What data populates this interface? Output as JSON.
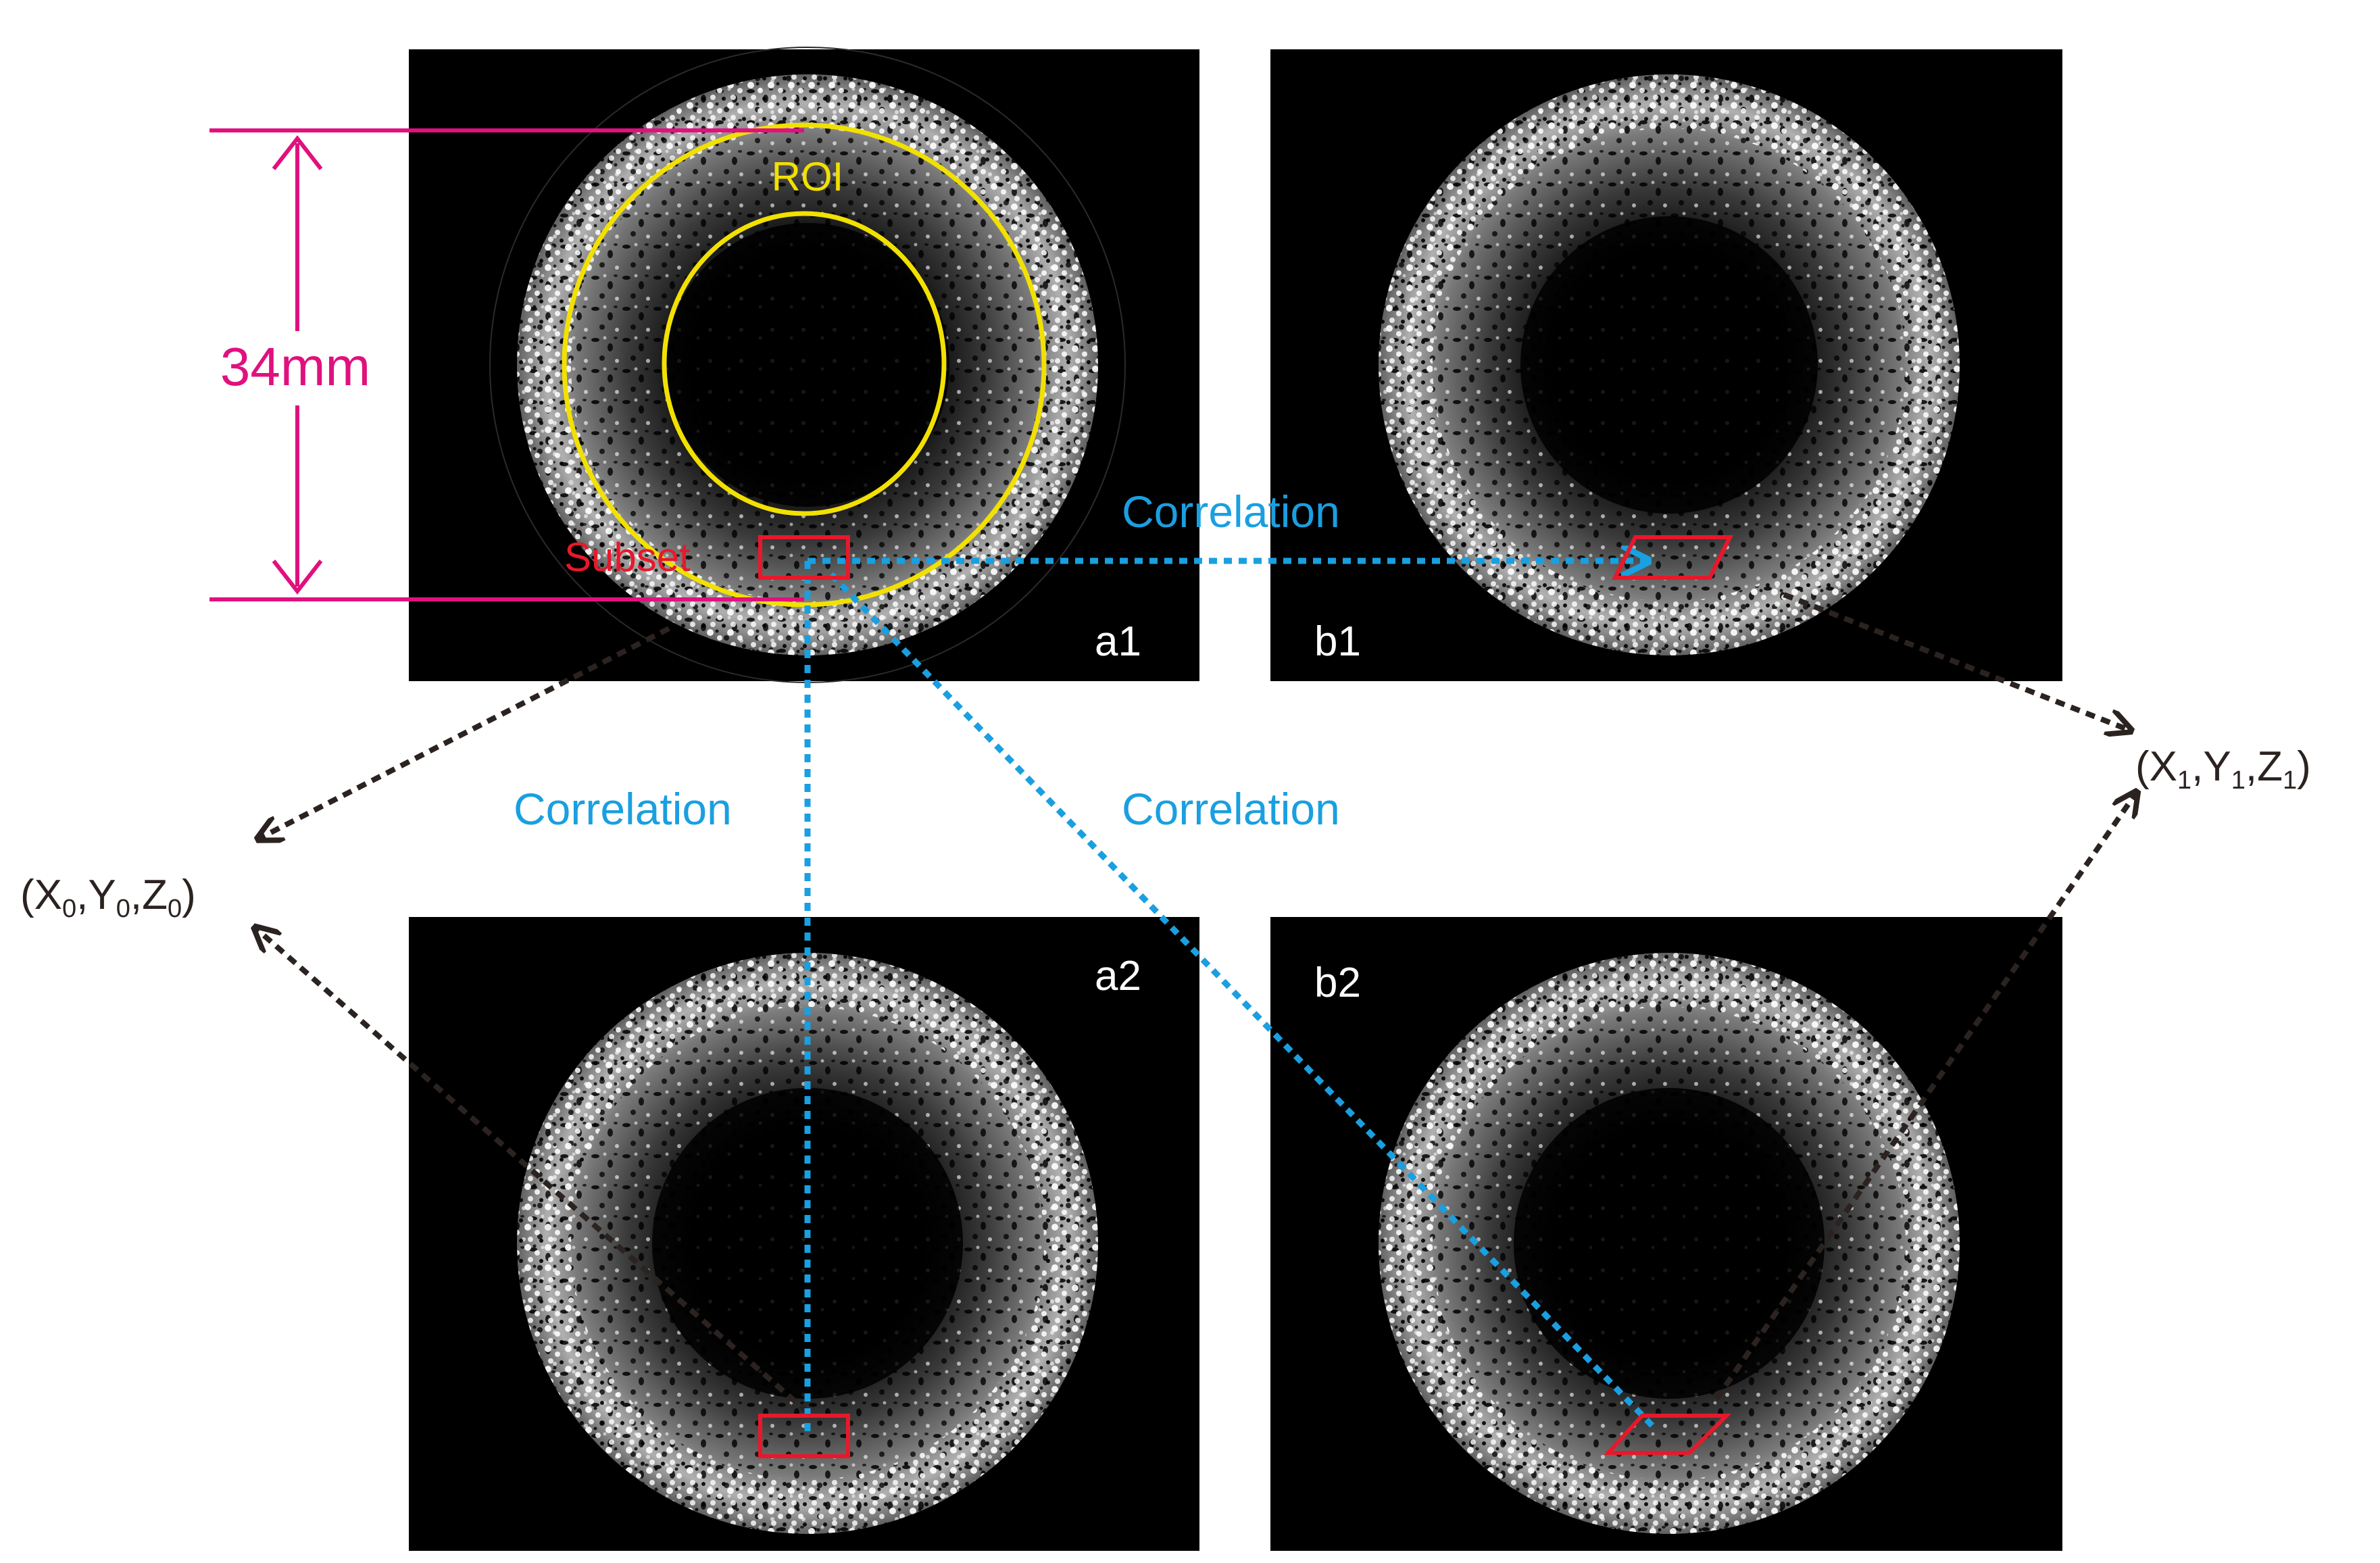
{
  "colors": {
    "roi": "#f2e100",
    "subset": "#e8182b",
    "dimension": "#e0117e",
    "correlation": "#1a9fe0",
    "projection": "#2b2320",
    "panel": "#000000",
    "background": "#ffffff"
  },
  "dimension": {
    "label": "34mm"
  },
  "labels": {
    "roi": "ROI",
    "subset": "Subset",
    "correlation_top": "Correlation",
    "correlation_left": "Correlation",
    "correlation_diag": "Correlation"
  },
  "panels": [
    {
      "id": "a1",
      "label": "a1"
    },
    {
      "id": "b1",
      "label": "b1"
    },
    {
      "id": "a2",
      "label": "a2"
    },
    {
      "id": "b2",
      "label": "b2"
    }
  ],
  "points": {
    "left": {
      "open": "(",
      "x": "X",
      "x_sub": "0",
      "c1": ",",
      "y": "Y",
      "y_sub": "0",
      "c2": ",",
      "z": "Z",
      "z_sub": "0",
      "close": ")"
    },
    "right": {
      "open": "(",
      "x": "X",
      "x_sub": "1",
      "c1": ",",
      "y": "Y",
      "y_sub": "1",
      "c2": ",",
      "z": "Z",
      "z_sub": "1",
      "close": ")"
    }
  }
}
